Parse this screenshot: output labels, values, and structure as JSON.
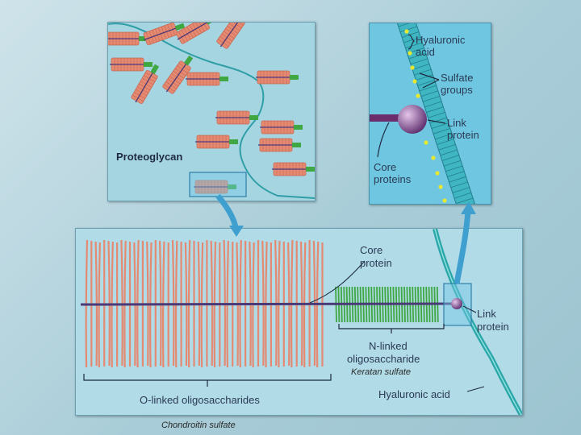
{
  "labels": {
    "proteoglycan": "Proteoglycan",
    "hyaluronic_acid_top_1": "Hyaluronic",
    "hyaluronic_acid_top_2": "acid",
    "sulfate_groups_1": "Sulfate",
    "sulfate_groups_2": "groups",
    "link_protein_top_1": "Link",
    "link_protein_top_2": "protein",
    "core_proteins_1": "Core",
    "core_proteins_2": "proteins",
    "core_protein_1": "Core",
    "core_protein_2": "protein",
    "n_linked_1": "N-linked",
    "n_linked_2": "oligosaccharide",
    "keratan_sulfate": "Keratan sulfate",
    "link_protein_bottom_1": "Link",
    "link_protein_bottom_2": "protein",
    "o_linked": "O-linked oligosaccharides",
    "hyaluronic_acid_bottom": "Hyaluronic acid",
    "chondroitin_sulfate": "Chondroitin sulfate"
  },
  "colors": {
    "chondroitin_chain": "#e58a72",
    "keratan_chain": "#3fa843",
    "core_protein_line": "#4a3a78",
    "hyaluronic_strand": "#2aa6a8",
    "sulfate_dot": "#e6e832",
    "link_protein": "#7a4a86",
    "arrow": "#3fa0d0"
  }
}
